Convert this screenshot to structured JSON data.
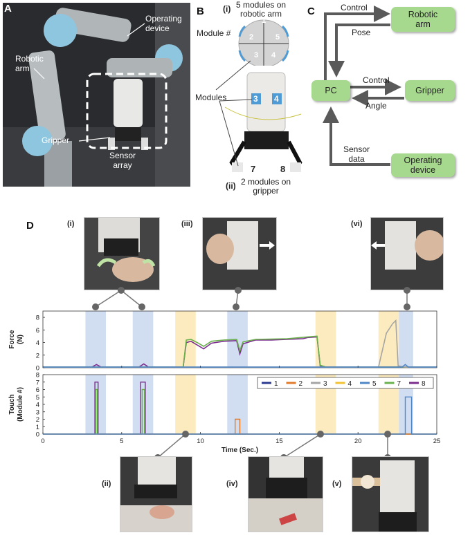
{
  "panel_a": {
    "letter": "A",
    "labels": {
      "robotic_arm": "Robotic\narm",
      "operating_device": "Operating\ndevice",
      "gripper": "Gripper",
      "sensor_array": "Sensor\narray"
    }
  },
  "panel_b": {
    "letter": "B",
    "title_i_roman": "(i)",
    "title_i": "5 modules on\nrobotic arm",
    "module_hash": "Module #",
    "modules_label": "Modules",
    "module_numbers": [
      "1",
      "2",
      "3",
      "4",
      "5"
    ],
    "inset_numbers": [
      "3",
      "4"
    ],
    "gripper_numbers": [
      "7",
      "8"
    ],
    "title_ii_roman": "(ii)",
    "title_ii": "2 modules on\ngripper"
  },
  "panel_c": {
    "letter": "C",
    "nodes": {
      "robotic_arm": "Robotic\narm",
      "pc": "PC",
      "gripper": "Gripper",
      "operating_device": "Operating\ndevice"
    },
    "edges": {
      "control_top": "Control",
      "pose": "Pose",
      "control_mid": "Control",
      "angle": "Angle",
      "sensor_data": "Sensor\ndata"
    }
  },
  "panel_d": {
    "letter": "D",
    "top_thumbs": [
      "(i)",
      "(iii)",
      "(vi)"
    ],
    "bottom_thumbs": [
      "(ii)",
      "(iv)",
      "(v)"
    ]
  },
  "colors": {
    "node_fill": "#a6d88e",
    "arrow": "#5a5a5a",
    "blue_band": "#c9d7ef",
    "yellow_band": "#fbe8b3"
  },
  "chart_data": [
    {
      "type": "line",
      "ylabel": "Force\n(N)",
      "xlim": [
        0,
        25
      ],
      "ylim": [
        0,
        9
      ],
      "yticks": [
        0,
        2,
        4,
        6,
        8
      ],
      "highlight_bands": [
        {
          "range": [
            2.7,
            4.0
          ],
          "color": "blue"
        },
        {
          "range": [
            5.7,
            7.0
          ],
          "color": "blue"
        },
        {
          "range": [
            8.4,
            9.7
          ],
          "color": "yellow"
        },
        {
          "range": [
            11.7,
            13.0
          ],
          "color": "blue"
        },
        {
          "range": [
            17.3,
            18.6
          ],
          "color": "yellow"
        },
        {
          "range": [
            21.3,
            22.6
          ],
          "color": "yellow"
        },
        {
          "range": [
            22.6,
            23.5
          ],
          "color": "blue"
        }
      ],
      "series": [
        {
          "name": "8",
          "points": [
            [
              0,
              0.1
            ],
            [
              3.1,
              0.1
            ],
            [
              3.4,
              0.5
            ],
            [
              3.7,
              0.1
            ],
            [
              6.1,
              0.1
            ],
            [
              6.4,
              0.6
            ],
            [
              6.7,
              0.1
            ],
            [
              8.9,
              0.1
            ],
            [
              9.1,
              4.0
            ],
            [
              9.4,
              4.2
            ],
            [
              9.8,
              3.6
            ],
            [
              10.2,
              3.0
            ],
            [
              10.7,
              3.9
            ],
            [
              11.5,
              4.2
            ],
            [
              12.3,
              4.3
            ],
            [
              12.5,
              2.2
            ],
            [
              12.7,
              3.8
            ],
            [
              13.5,
              4.4
            ],
            [
              14.5,
              4.4
            ],
            [
              15.5,
              4.5
            ],
            [
              16.5,
              4.6
            ],
            [
              16.8,
              4.8
            ],
            [
              17.4,
              4.9
            ],
            [
              17.6,
              0.3
            ],
            [
              18,
              0.1
            ],
            [
              25,
              0.1
            ]
          ]
        },
        {
          "name": "7",
          "points": [
            [
              0,
              0.1
            ],
            [
              8.9,
              0.1
            ],
            [
              9.1,
              4.4
            ],
            [
              9.4,
              4.5
            ],
            [
              9.8,
              4.0
            ],
            [
              10.2,
              3.4
            ],
            [
              10.7,
              4.2
            ],
            [
              11.5,
              4.4
            ],
            [
              12.3,
              4.5
            ],
            [
              12.5,
              2.7
            ],
            [
              12.7,
              4.1
            ],
            [
              13.5,
              4.5
            ],
            [
              15.5,
              4.6
            ],
            [
              16.8,
              4.9
            ],
            [
              17.4,
              5.0
            ],
            [
              17.6,
              0.4
            ],
            [
              18,
              0.1
            ],
            [
              25,
              0.1
            ]
          ]
        },
        {
          "name": "3",
          "points": [
            [
              0,
              0.1
            ],
            [
              21.3,
              0.1
            ],
            [
              21.8,
              5.5
            ],
            [
              22.2,
              7.0
            ],
            [
              22.4,
              7.5
            ],
            [
              22.55,
              0.3
            ],
            [
              23,
              0.1
            ],
            [
              25,
              0.1
            ]
          ]
        },
        {
          "name": "5",
          "points": [
            [
              0,
              0.1
            ],
            [
              22.8,
              0.1
            ],
            [
              23.0,
              0.5
            ],
            [
              23.2,
              0.1
            ],
            [
              25,
              0.1
            ]
          ]
        }
      ]
    },
    {
      "type": "line",
      "xlabel": "Time (Sec.)",
      "ylabel": "Touch\n(Module #)",
      "xlim": [
        0,
        25
      ],
      "ylim": [
        0,
        8
      ],
      "xticks": [
        0,
        5,
        10,
        15,
        20,
        25
      ],
      "yticks": [
        0,
        1,
        2,
        3,
        4,
        5,
        6,
        7,
        8
      ],
      "legend": {
        "position": "top-right",
        "entries": [
          "1",
          "2",
          "3",
          "4",
          "5",
          "7",
          "8"
        ]
      },
      "series_colors": {
        "1": "#2b3a8f",
        "2": "#e07b2e",
        "3": "#a5a5a5",
        "4": "#f2c232",
        "5": "#4f86c6",
        "7": "#6ab04c",
        "8": "#7b2d8e"
      },
      "series": [
        {
          "name": "8",
          "points": [
            [
              0,
              0
            ],
            [
              3.3,
              0
            ],
            [
              3.3,
              7
            ],
            [
              3.5,
              7
            ],
            [
              3.5,
              0
            ],
            [
              6.2,
              0
            ],
            [
              6.2,
              7
            ],
            [
              6.5,
              7
            ],
            [
              6.5,
              0
            ],
            [
              25,
              0
            ]
          ]
        },
        {
          "name": "7",
          "points": [
            [
              0,
              0
            ],
            [
              3.35,
              0
            ],
            [
              3.35,
              6
            ],
            [
              3.45,
              6
            ],
            [
              3.45,
              0
            ],
            [
              6.3,
              0
            ],
            [
              6.3,
              6
            ],
            [
              6.45,
              6
            ],
            [
              6.45,
              0
            ],
            [
              25,
              0
            ]
          ]
        },
        {
          "name": "2",
          "points": [
            [
              0,
              0
            ],
            [
              12.2,
              0
            ],
            [
              12.2,
              2
            ],
            [
              12.5,
              2
            ],
            [
              12.5,
              0
            ],
            [
              25,
              0
            ]
          ]
        },
        {
          "name": "5",
          "points": [
            [
              0,
              0
            ],
            [
              23.0,
              0
            ],
            [
              23.0,
              5
            ],
            [
              23.4,
              5
            ],
            [
              23.4,
              0
            ],
            [
              25,
              0
            ]
          ]
        }
      ]
    }
  ]
}
